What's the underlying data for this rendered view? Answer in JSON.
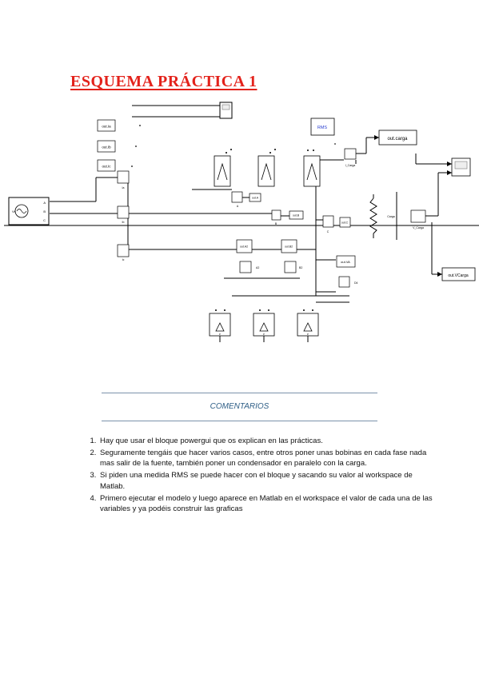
{
  "title": "ESQUEMA PRÁCTICA 1",
  "diagram": {
    "blocks": {
      "out_block_1": "out.Ia",
      "out_block_2": "out.Ib",
      "out_block_3": "out.Ic",
      "rms": "RMS",
      "carga_to_ws": "out.carga",
      "i_carga": "I_Carga",
      "v_carga_to_ws": "out.VCarga",
      "v_carga": "V_Carga",
      "carga": "Carga",
      "a_meas": "A",
      "b_meas": "B",
      "c_meas": "C",
      "out_a": "out.A",
      "out_b": "out.B",
      "out_c": "out.C",
      "out_va": "out.VA",
      "out_a2": "out.A2",
      "out_b2": "out.B2",
      "a2": "A2",
      "b2": "B2",
      "d4": "D4",
      "ia": "Ia",
      "ib": "Ib",
      "ic": "Ic",
      "p": "P",
      "source": "Vs",
      "port_a": "A",
      "port_b": "B",
      "port_c": "C"
    }
  },
  "comments": {
    "title": "COMENTARIOS",
    "items": [
      "Hay que usar el bloque powergui que os explican en las prácticas.",
      "Seguramente tengáis que hacer varios casos, entre otros poner unas bobinas en cada fase nada mas salir de la fuente, también poner un condensador en paralelo con la carga.",
      "Si piden una medida RMS se puede hacer con el bloque y sacando su valor al workspace de Matlab.",
      "Primero ejecutar el modelo y luego aparece en Matlab en el workspace el valor de cada una de las variables y ya podéis construir las graficas"
    ]
  },
  "colors": {
    "title": "#e3221b",
    "comments_title": "#2e5e86",
    "rules": "#7b93ab",
    "rms_text": "#2a3fd0"
  }
}
